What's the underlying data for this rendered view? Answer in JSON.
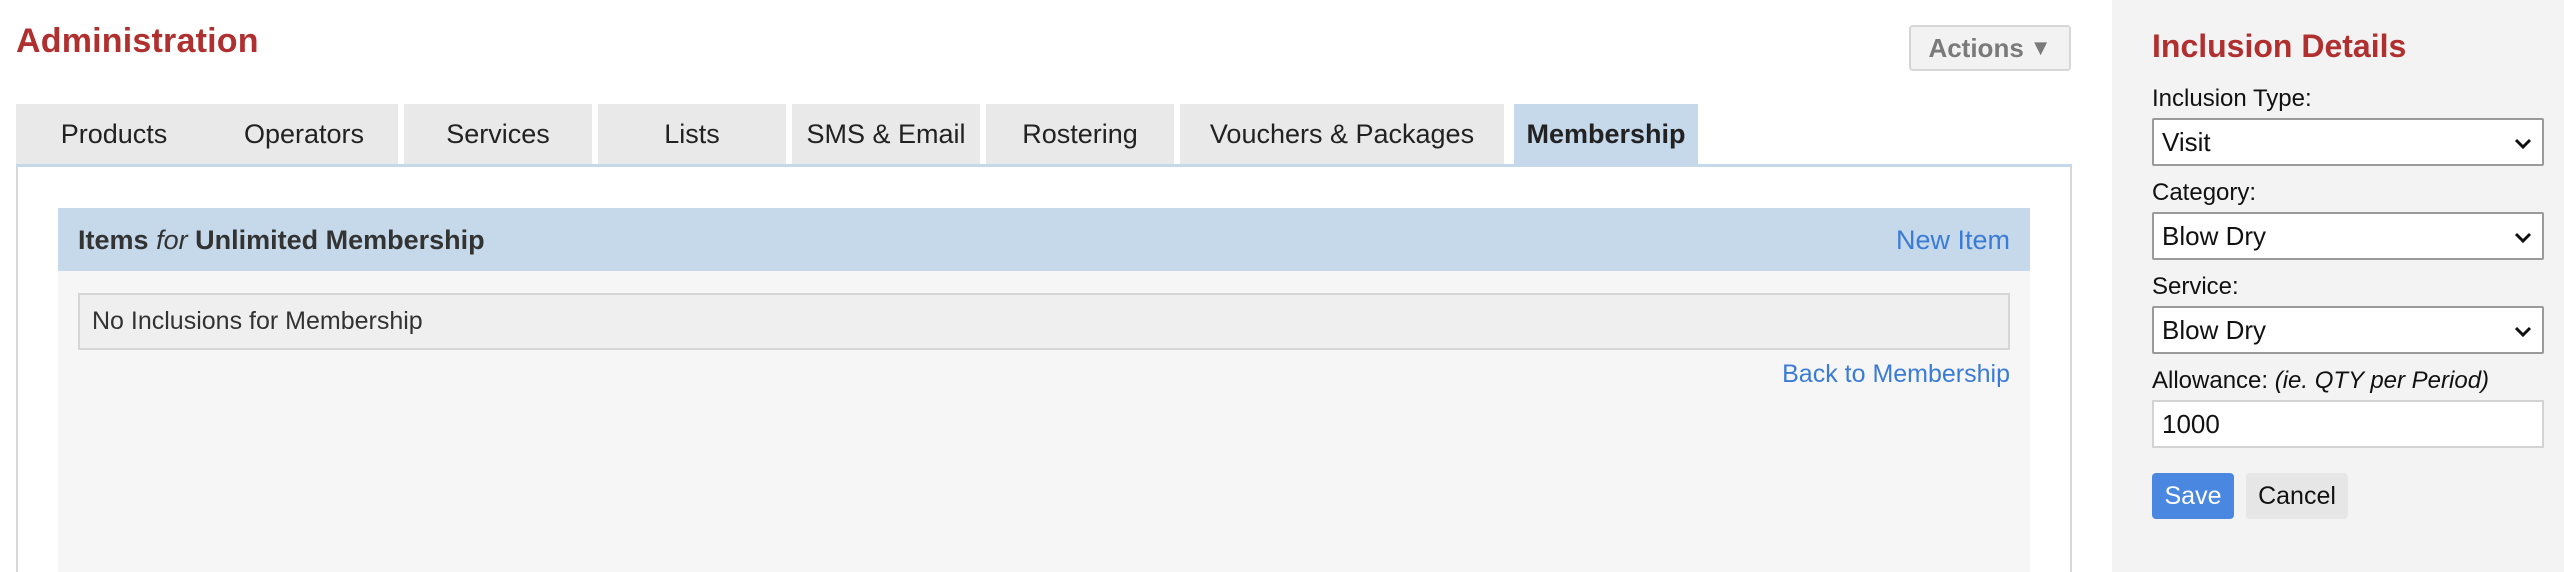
{
  "header": {
    "title": "Administration",
    "actions_label": "Actions",
    "actions_icon": "caret-down-icon"
  },
  "tabs": [
    {
      "label": "Products",
      "active": false
    },
    {
      "label": "Operators",
      "active": false
    },
    {
      "label": "Services",
      "active": false
    },
    {
      "label": "Lists",
      "active": false
    },
    {
      "label": "SMS & Email",
      "active": false
    },
    {
      "label": "Rostering",
      "active": false
    },
    {
      "label": "Vouchers & Packages",
      "active": false
    },
    {
      "label": "Membership",
      "active": true
    }
  ],
  "items_panel": {
    "title_prefix": "Items",
    "title_for": "for",
    "title_name": "Unlimited Membership",
    "new_item_label": "New Item",
    "empty_message": "No Inclusions for Membership",
    "back_link_label": "Back to Membership"
  },
  "sidebar": {
    "title": "Inclusion Details",
    "inclusion_type_label": "Inclusion Type:",
    "inclusion_type_value": "Visit",
    "category_label": "Category:",
    "category_value": "Blow Dry",
    "service_label": "Service:",
    "service_value": "Blow Dry",
    "allowance_label": "Allowance:",
    "allowance_hint": "(ie. QTY per Period)",
    "allowance_value": "1000",
    "save_label": "Save",
    "cancel_label": "Cancel"
  },
  "colors": {
    "title_red": "#b03030",
    "tab_active": "#c5d9ea",
    "link_blue": "#3a7bd5",
    "save_blue": "#4a87e0"
  }
}
